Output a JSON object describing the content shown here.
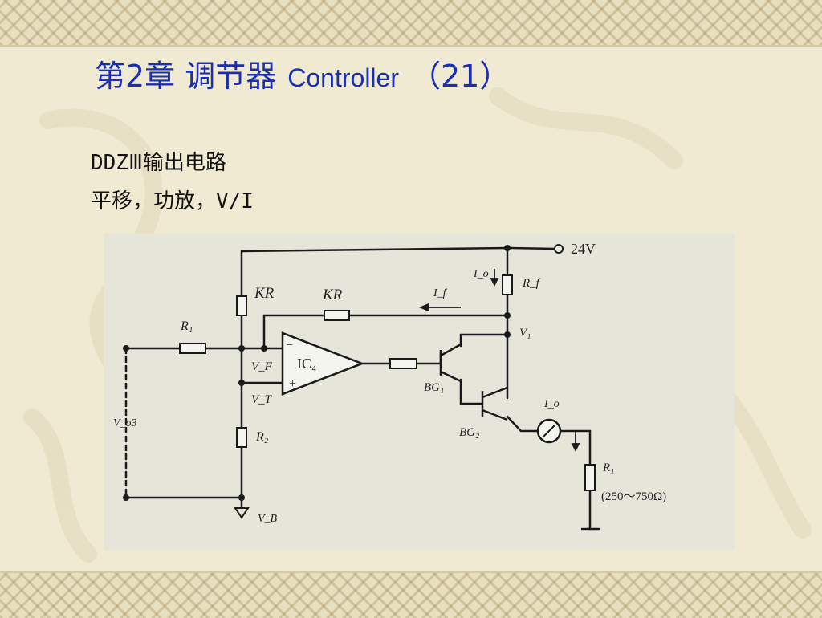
{
  "title": {
    "prefix": "第2章 调节器",
    "english": "Controller",
    "number": "（21）"
  },
  "subtitle": {
    "line1": "DDZⅢ输出电路",
    "line2": "平移，功放，V/I"
  },
  "circuit": {
    "supply": "24V",
    "kr_top": "KR",
    "kr_mid": "KR",
    "r1_in": "R₁",
    "r2": "R₂",
    "ic": "IC₄",
    "vf": "V_F",
    "vt": "V_T",
    "vb": "V_B",
    "vo3": "V_o3",
    "minus": "−",
    "plus": "+",
    "if": "I_f",
    "io_top": "I_o",
    "rf": "R_f",
    "v1": "V₁",
    "bg1": "BG₁",
    "bg2": "BG₂",
    "io_meter": "I_o",
    "r_load": "R₁",
    "range": "(250～750Ω)"
  }
}
